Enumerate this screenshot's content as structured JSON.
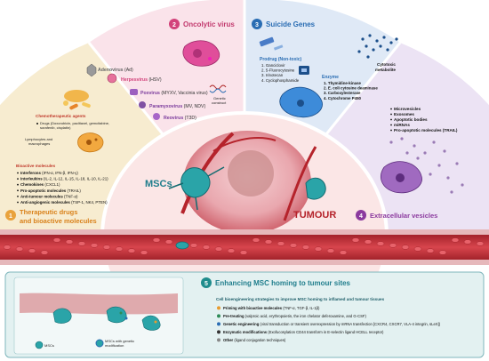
{
  "center": {
    "mscs": "MSCs",
    "tumour": "TUMOUR"
  },
  "sections": {
    "therapeutic": {
      "number": "1",
      "title_line1": "Therapeutic drugs",
      "title_line2": "and bioactive molecules",
      "chemo_heading": "Chemotherapeutic agents",
      "drugs_line1": "Drugs (Doxorubicin, paclitaxel, gemcitabine,",
      "drugs_line2": "sorafenib, cisplatin)",
      "lymph_line1": "Lymphocytes and",
      "lymph_line2": "macrophages",
      "bioactive_heading": "Bioactive molecules",
      "bio_items": [
        {
          "b": "Interferons",
          "r": " (IFN-α, IFN-β, IFN-γ)"
        },
        {
          "b": "Interleukins",
          "r": " (IL-2, IL-12, IL-15, IL-18, IL-10, IL-21)"
        },
        {
          "b": "Chemokines",
          "r": " (CXCL1)"
        },
        {
          "b": "Pro-apoptotic molecules",
          "r": " (TRAIL)"
        },
        {
          "b": "Anti-tumour molecules",
          "r": " (TNF-α)"
        },
        {
          "b": "Anti-angiogenic molecules",
          "r": " (TSP-1, NK4, PTEN)"
        }
      ]
    },
    "oncolytic": {
      "number": "2",
      "title": "Oncolytic virus",
      "viruses": [
        {
          "name": "Adenovirus",
          "abbr": " (Ad)",
          "color": "#666666"
        },
        {
          "name": "Herpesvirus",
          "abbr": " (HSV)",
          "color": "#d2427a"
        },
        {
          "name": "Poxvirus",
          "abbr": " (MYXV, Vaccinia virus)",
          "color": "#7a3a9c"
        },
        {
          "name": "Paramyxovirus",
          "abbr": " (MV, NDV)",
          "color": "#7a3a9c"
        },
        {
          "name": "Reovirus",
          "abbr": " (T3D)",
          "color": "#7a3a9c"
        }
      ],
      "genetic_line1": "Genetic",
      "genetic_line2": "construct"
    },
    "suicide": {
      "number": "3",
      "title": "Suicide Genes",
      "prodrug": "Prodrug (Non-toxic)",
      "prodrugs": [
        "1.  Ganciclovir",
        "2.  5-Fluorocytosine",
        "3.  Irinotecan",
        "4.  Cyclophosphamide"
      ],
      "enzyme": "Enzyme",
      "enzymes": [
        "1.  Thymidine-kinase",
        "2.  E. coli cytosine deaminase",
        "3.  Carboxylesterase",
        "4.  Cytochrome P450"
      ],
      "cytotoxic_line1": "Cytotoxic",
      "cytotoxic_line2": "metabolite"
    },
    "extracellular": {
      "number": "4",
      "title": "Extracellular vesicles",
      "items": [
        "Microvesicles",
        "Exosomes",
        "Apoptotic bodies",
        "miRNAs",
        "Pro-apoptotic molecules (TRAIL)"
      ]
    },
    "homing": {
      "number": "5",
      "title": "Enhancing MSC homing to tumour sites",
      "subtitle": "Cell bioengineering strategies to improve MSC homing to inflamed and tumour tissues",
      "items": [
        {
          "b": "Priming with bioactive molecules",
          "r": " (TNF-α, TGF-β, IL-1β)",
          "color": "#e89b2f"
        },
        {
          "b": "Pre-treating",
          "r": " (valproic acid, erythropoietin, the iron chelator deferoxamine, and G-CSF)",
          "color": "#2e8b57"
        },
        {
          "b": "Genetic engineering",
          "r": " (viral transduction or transient overexpression by mRNA transfection [CXCR4, CXCR7, VLA-4 integrin, sLeX])",
          "color": "#2a6db3"
        },
        {
          "b": "Enzymatic modifications",
          "r": " (Exofucosylation CD44 transform in E-selectin ligand HCELL receptor)",
          "color": "#333333"
        },
        {
          "b": "Other",
          "r": " (ligand conjugation techniques)",
          "color": "#888888"
        }
      ],
      "legend_msc": "MSCs",
      "legend_gm_line1": "MSCs with genetic",
      "legend_gm_line2": "modification"
    }
  },
  "colors": {
    "s1": "#f7ecd0",
    "s2": "#fae3ea",
    "s3": "#dfe9f6",
    "s4": "#ece3f4",
    "vessel": "#c8323a",
    "homing_bg": "#e3f1f1",
    "homing_border": "#7fb6bc"
  }
}
